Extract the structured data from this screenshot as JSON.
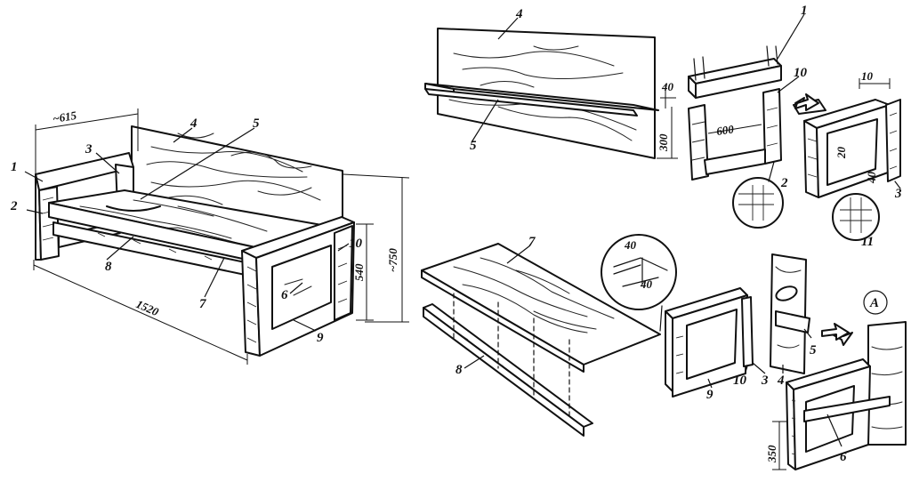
{
  "sofa": {
    "parts": [
      "1",
      "2",
      "3",
      "4",
      "5",
      "7",
      "8",
      "9",
      "10",
      "6"
    ],
    "dims": {
      "depth": "~615",
      "length": "1520",
      "seat_height": "540",
      "total_height": "~750"
    }
  },
  "back_panel": {
    "parts": [
      "4",
      "5"
    ],
    "dims": {
      "shelf": "40",
      "height": "300"
    }
  },
  "frame_detail": {
    "parts": [
      "1",
      "10",
      "2"
    ],
    "dims": {
      "inner": "600"
    }
  },
  "side_frame": {
    "parts": [
      "3",
      "11"
    ],
    "dims": {
      "top": "10",
      "inner": "20",
      "bottom": "40"
    }
  },
  "seat_assembly": {
    "parts": [
      "7",
      "8"
    ],
    "dims": {
      "a": "40",
      "b": "40"
    }
  },
  "side_assembly": {
    "parts": [
      "9",
      "10",
      "3",
      "4",
      "5"
    ]
  },
  "view_a": {
    "label": "A",
    "parts": [
      "6"
    ],
    "dims": {
      "height": "350"
    }
  }
}
